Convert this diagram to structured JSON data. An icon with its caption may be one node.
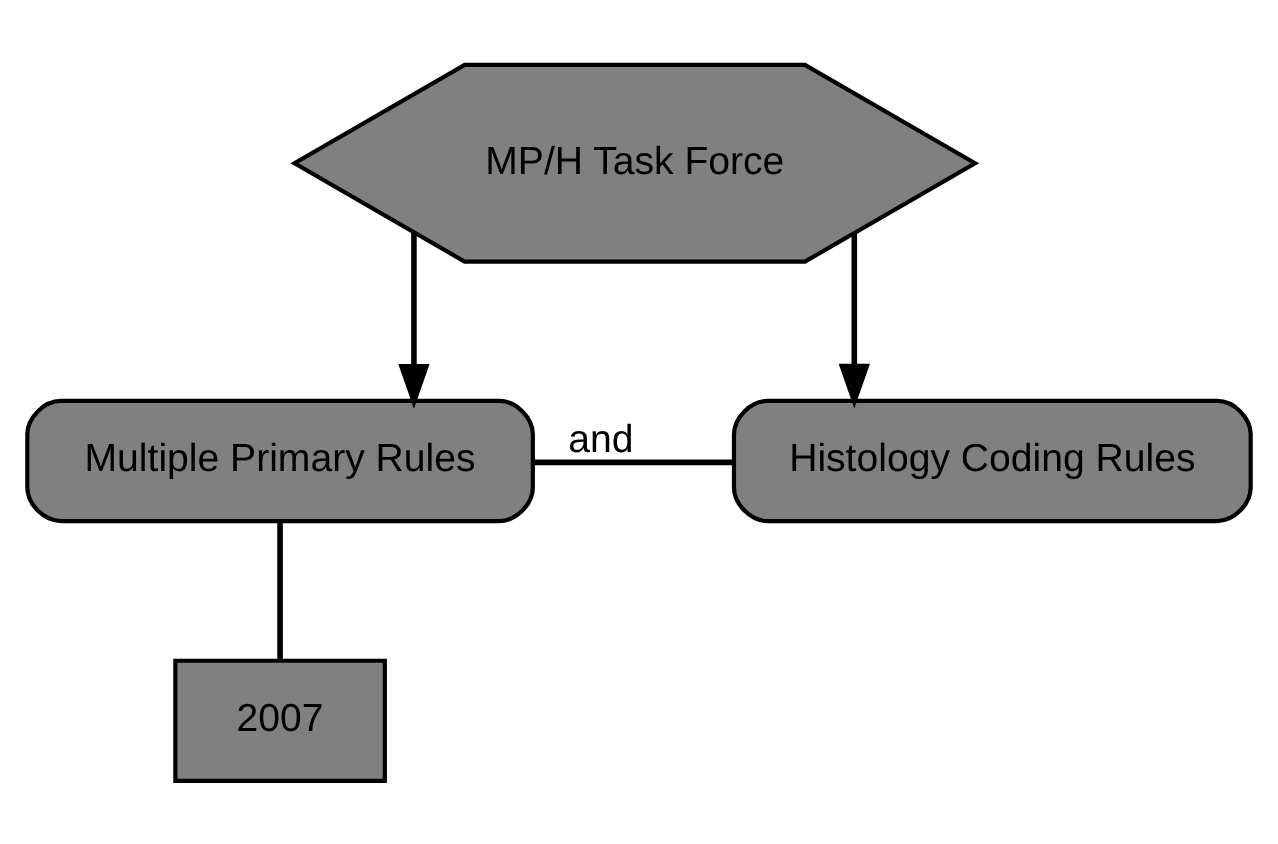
{
  "diagram": {
    "nodes": [
      {
        "text": [
          "MP/H Task Force"
        ]
      },
      {
        "text": [
          "Multiple Primary Rules"
        ]
      },
      {
        "text": [
          "Histology Coding Rules"
        ]
      },
      {
        "text": [
          "2007"
        ]
      }
    ],
    "edges": [
      {
        "from": 0,
        "to": 1,
        "arrow": "to"
      },
      {
        "from": 0,
        "to": 2,
        "arrow": "to"
      },
      {
        "from": 1,
        "to": 2,
        "arrow": "none",
        "label": "and"
      },
      {
        "from": 1,
        "to": 3,
        "arrow": "none"
      }
    ]
  }
}
